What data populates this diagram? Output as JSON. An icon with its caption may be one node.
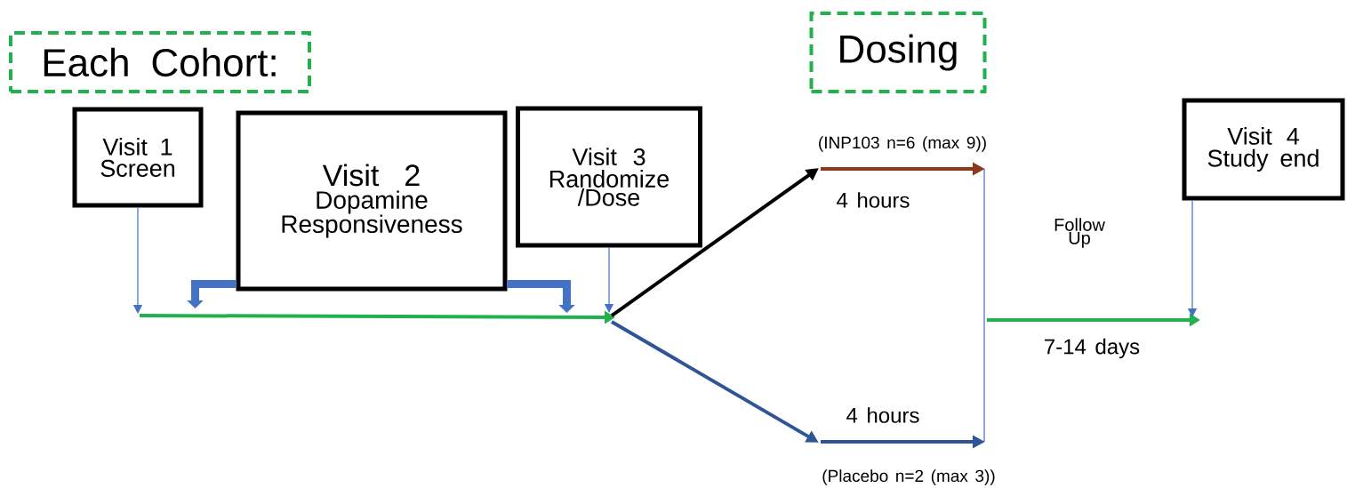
{
  "diagram": {
    "nodes": [
      {
        "text": [
          "Each Cohort:"
        ]
      },
      {
        "text": [
          "Dosing"
        ]
      },
      {
        "text": [
          "Visit 1",
          "Screen"
        ]
      },
      {
        "text": [
          "Visit 2",
          "Dopamine Responsiveness"
        ]
      },
      {
        "text": [
          "Visit 3",
          "Randomize /Dose"
        ]
      },
      {
        "text": [
          "Visit 4",
          "Study end"
        ]
      }
    ],
    "edges": [
      {
        "from": 2,
        "to": null,
        "arrow": "to"
      },
      {
        "from": 3,
        "to": null,
        "arrow": "to",
        "style": "thick",
        "color": "#4472c4"
      },
      {
        "from": 3,
        "to": null,
        "arrow": "to",
        "style": "thick",
        "color": "#4472c4"
      },
      {
        "from": 4,
        "to": null,
        "arrow": "to"
      },
      {
        "from": 5,
        "to": null,
        "arrow": "to"
      }
    ],
    "labels": [
      "(INP103 n=6 (max 9))",
      "4 hours",
      "Follow Up",
      "4 hours",
      "7-14 days",
      "(Placebo n=2 (max 3))"
    ]
  }
}
